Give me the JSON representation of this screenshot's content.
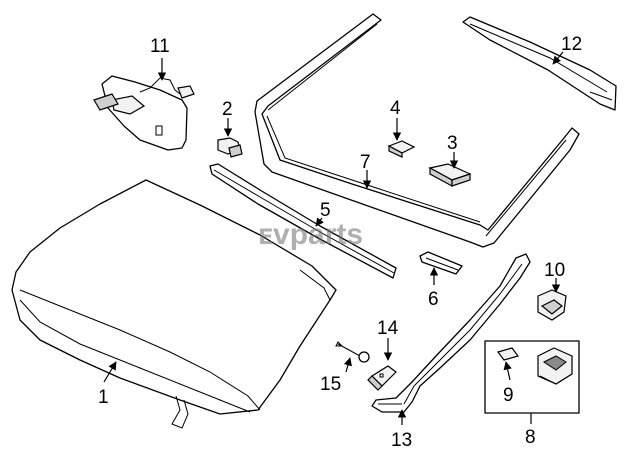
{
  "watermark": "ᴇvparts",
  "callouts": [
    "1",
    "2",
    "3",
    "4",
    "5",
    "6",
    "7",
    "8",
    "9",
    "10",
    "11",
    "12",
    "13",
    "14",
    "15"
  ],
  "colors": {
    "line": "#000000",
    "watermark": "#6f6f6f",
    "background": "#ffffff"
  }
}
